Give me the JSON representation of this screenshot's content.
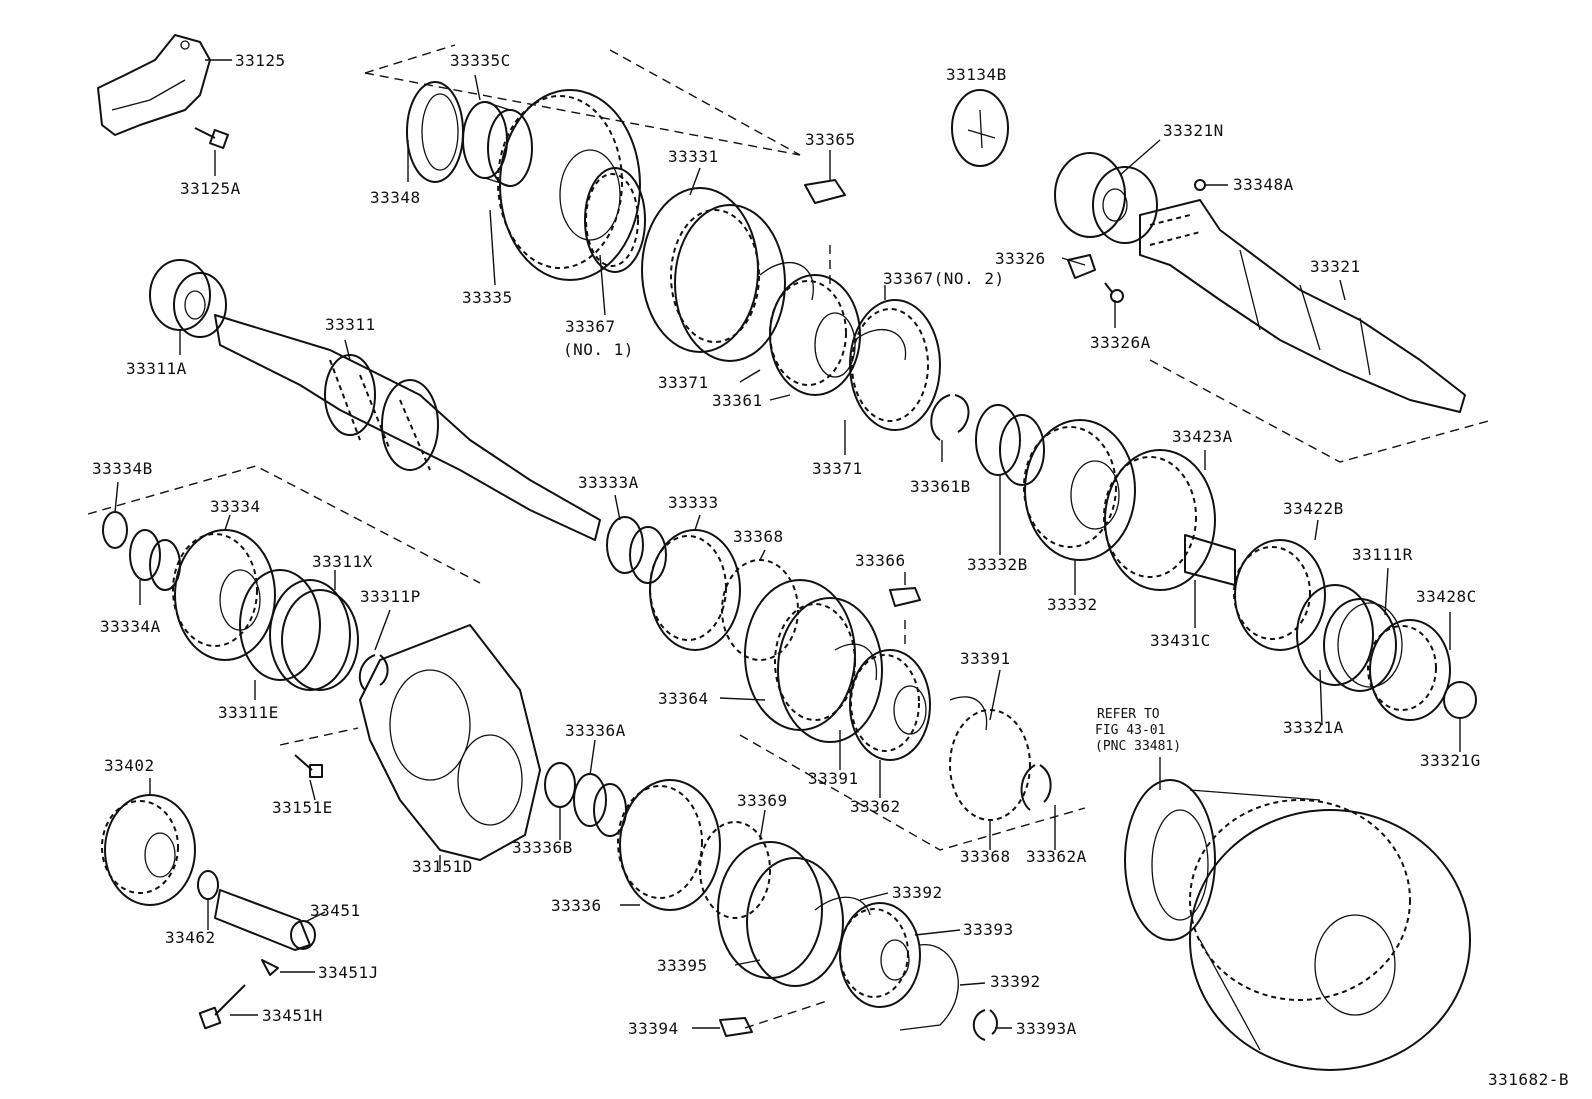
{
  "figure_code": "331682-B",
  "reference_note": {
    "line1": "REFER TO",
    "line2": "FIG 43-01",
    "line3": "(PNC 33481)"
  },
  "parts": {
    "p33125": "33125",
    "p33125A": "33125A",
    "p33335C": "33335C",
    "p33348": "33348",
    "p33335": "33335",
    "p33331": "33331",
    "p33365": "33365",
    "p33134B": "33134B",
    "p33321N": "33321N",
    "p33348A": "33348A",
    "p33326": "33326",
    "p33326A": "33326A",
    "p33321": "33321",
    "p33367_no1": "33367",
    "p33367_no1_sub": "(NO. 1)",
    "p33367_no2": "33367(NO. 2)",
    "p33311": "33311",
    "p33311A": "33311A",
    "p33371a": "33371",
    "p33361": "33361",
    "p33371b": "33371",
    "p33361B": "33361B",
    "p33334B": "33334B",
    "p33334": "33334",
    "p33334A": "33334A",
    "p33311X": "33311X",
    "p33311P": "33311P",
    "p33311E": "33311E",
    "p33333A": "33333A",
    "p33333": "33333",
    "p33368a": "33368",
    "p33366": "33366",
    "p33332B": "33332B",
    "p33332": "33332",
    "p33423A": "33423A",
    "p33422B": "33422B",
    "p33431C": "33431C",
    "p33111R": "33111R",
    "p33428C": "33428C",
    "p33321A": "33321A",
    "p33321G": "33321G",
    "p33364": "33364",
    "p33391a": "33391",
    "p33391b": "33391",
    "p33362": "33362",
    "p33368b": "33368",
    "p33362A": "33362A",
    "p33402": "33402",
    "p33151E": "33151E",
    "p33151D": "33151D",
    "p33336A": "33336A",
    "p33336B": "33336B",
    "p33369": "33369",
    "p33336": "33336",
    "p33392a": "33392",
    "p33393": "33393",
    "p33392b": "33392",
    "p33395": "33395",
    "p33462": "33462",
    "p33451": "33451",
    "p33451J": "33451J",
    "p33451H": "33451H",
    "p33394": "33394",
    "p33393A": "33393A"
  }
}
